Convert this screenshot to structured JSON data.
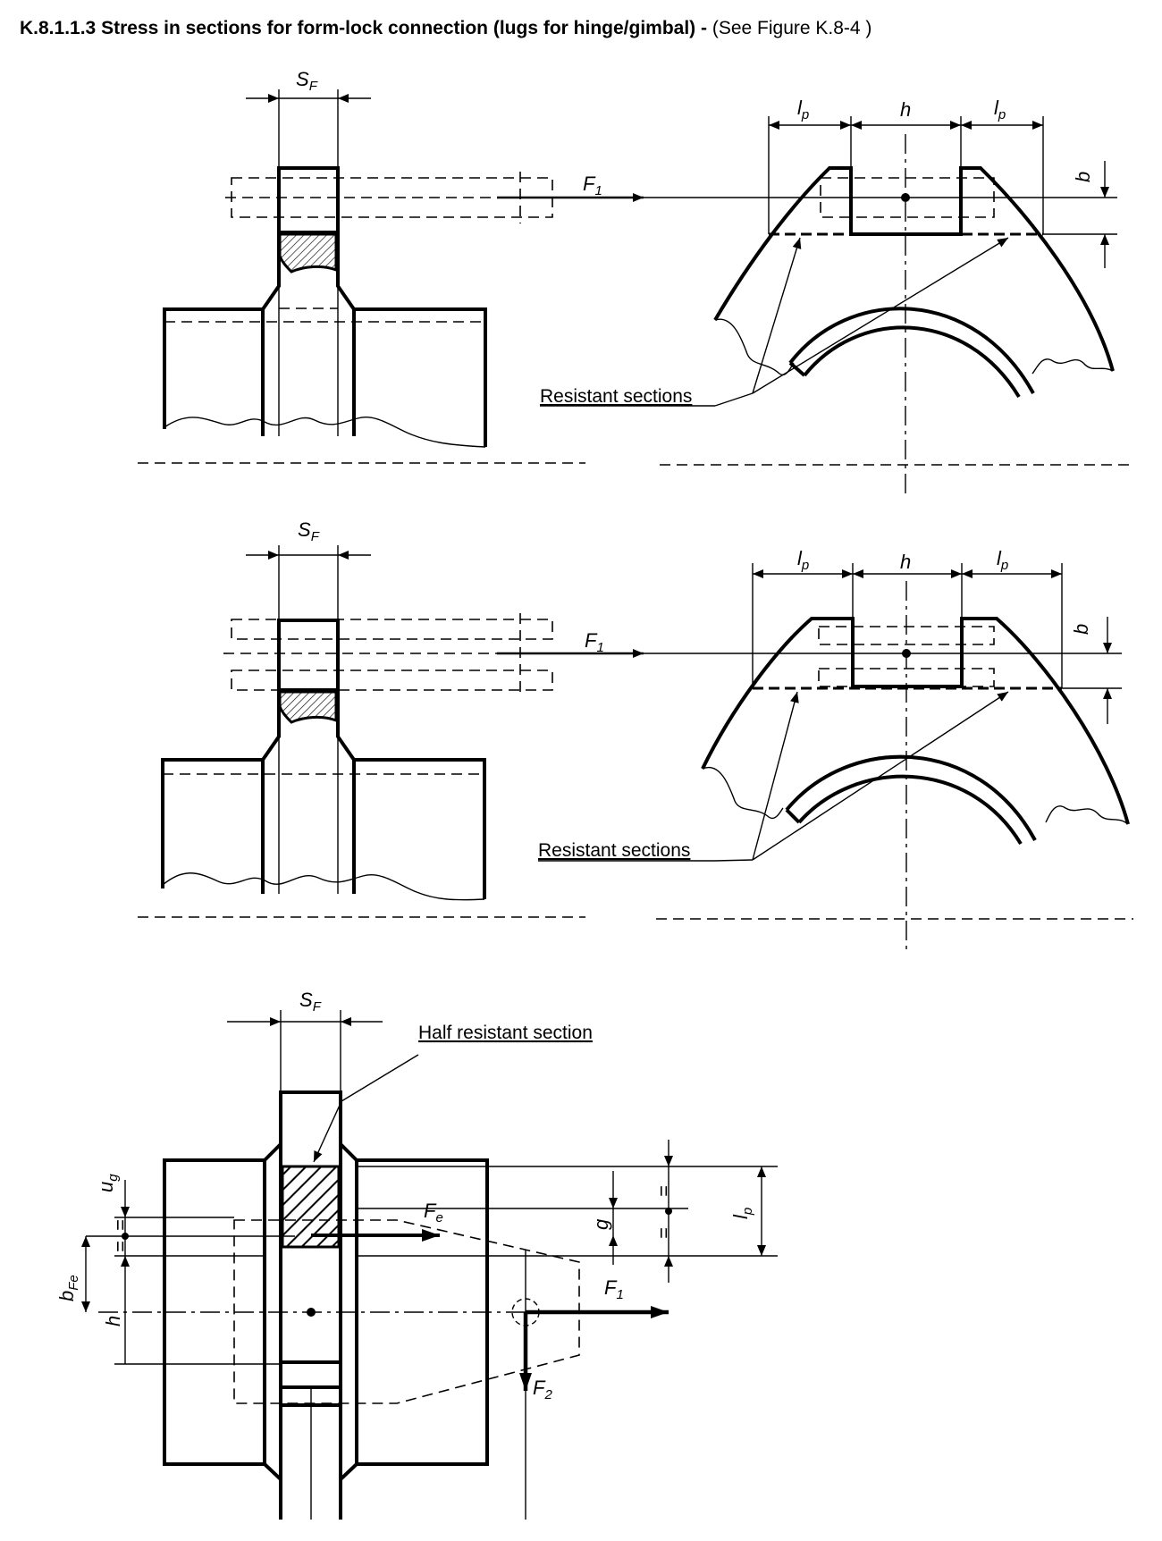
{
  "heading": {
    "number": "K.8.1.1.3",
    "title": "Stress in sections for form-lock connection (lugs for hinge/gimbal) -",
    "figure_ref": "(See Figure K.8-4 )"
  },
  "callouts": {
    "resistant_sections": "Resistant sections",
    "half_resistant_section": "Half resistant section"
  },
  "symbols": {
    "sf": {
      "base": "S",
      "sub": "F"
    },
    "lp": {
      "base": "l",
      "sub": "p"
    },
    "h": "h",
    "b": "b",
    "g": "g",
    "f1": {
      "base": "F",
      "sub": "1"
    },
    "f2": {
      "base": "F",
      "sub": "2"
    },
    "fe": {
      "base": "F",
      "sub": "e"
    },
    "ug": {
      "base": "u",
      "sub": "g"
    },
    "bfe": {
      "base": "b",
      "sub": "Fe"
    },
    "equal_mark": "="
  }
}
